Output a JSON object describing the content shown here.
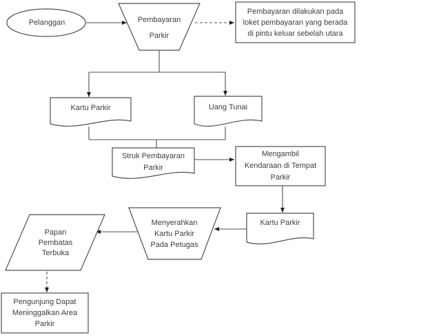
{
  "colors": {
    "stroke": "#4f4f4f",
    "arrow": "#1f1f1f",
    "text": "#3d3d3d",
    "bg": "#ffffff"
  },
  "diagram": {
    "type": "flowchart",
    "nodes": {
      "pelanggan": {
        "label": "Pelanggan",
        "shape": "ellipse-terminator"
      },
      "pembayaran_parkir": {
        "label": "Pembayaran\nParkir",
        "shape": "inverted-trapezoid-manual-operation"
      },
      "catatan_loket": {
        "label": "Pembayaran dilakukan pada\nloket pembayaran yang berada\ndi pintu keluar sebelah utara",
        "shape": "rectangle-note"
      },
      "kartu_parkir_1": {
        "label": "Kartu Parkir",
        "shape": "document"
      },
      "uang_tunai": {
        "label": "Uang Tunai",
        "shape": "document"
      },
      "struk_pembayaran": {
        "label": "Struk Pembayaran\nParkir",
        "shape": "document"
      },
      "mengambil_kendaraan": {
        "label": "Mengambil\nKendaraan di Tempat\nParkir",
        "shape": "rectangle-process"
      },
      "kartu_parkir_2": {
        "label": "Kartu Parkir",
        "shape": "document"
      },
      "menyerahkan_kartu": {
        "label": "Menyerahkan\nKartu Parkir\nPada Petugas",
        "shape": "inverted-trapezoid-manual-operation"
      },
      "papan_pembatas": {
        "label": "Papan\nPembatas\nTerbuka",
        "shape": "parallelogram-data"
      },
      "pengunjung_keluar": {
        "label": "Pengunjung Dapat\nMeninggalkan Area\nParkir",
        "shape": "rectangle-process"
      }
    },
    "edges": [
      {
        "from": "pelanggan",
        "to": "pembayaran_parkir",
        "style": "solid-arrow"
      },
      {
        "from": "pembayaran_parkir",
        "to": "catatan_loket",
        "style": "dashed-arrow"
      },
      {
        "from": "pembayaran_parkir",
        "to": "kartu_parkir_1",
        "style": "solid-arrow"
      },
      {
        "from": "pembayaran_parkir",
        "to": "uang_tunai",
        "style": "solid-arrow"
      },
      {
        "from": "kartu_parkir_1",
        "to": "struk_pembayaran",
        "style": "solid-line"
      },
      {
        "from": "uang_tunai",
        "to": "struk_pembayaran",
        "style": "solid-line"
      },
      {
        "from": "struk_pembayaran",
        "to": "mengambil_kendaraan",
        "style": "solid-arrow"
      },
      {
        "from": "mengambil_kendaraan",
        "to": "kartu_parkir_2",
        "style": "solid-arrow"
      },
      {
        "from": "kartu_parkir_2",
        "to": "menyerahkan_kartu",
        "style": "solid-arrow"
      },
      {
        "from": "menyerahkan_kartu",
        "to": "papan_pembatas",
        "style": "solid-arrow"
      },
      {
        "from": "papan_pembatas",
        "to": "pengunjung_keluar",
        "style": "dashed-arrow"
      }
    ]
  }
}
